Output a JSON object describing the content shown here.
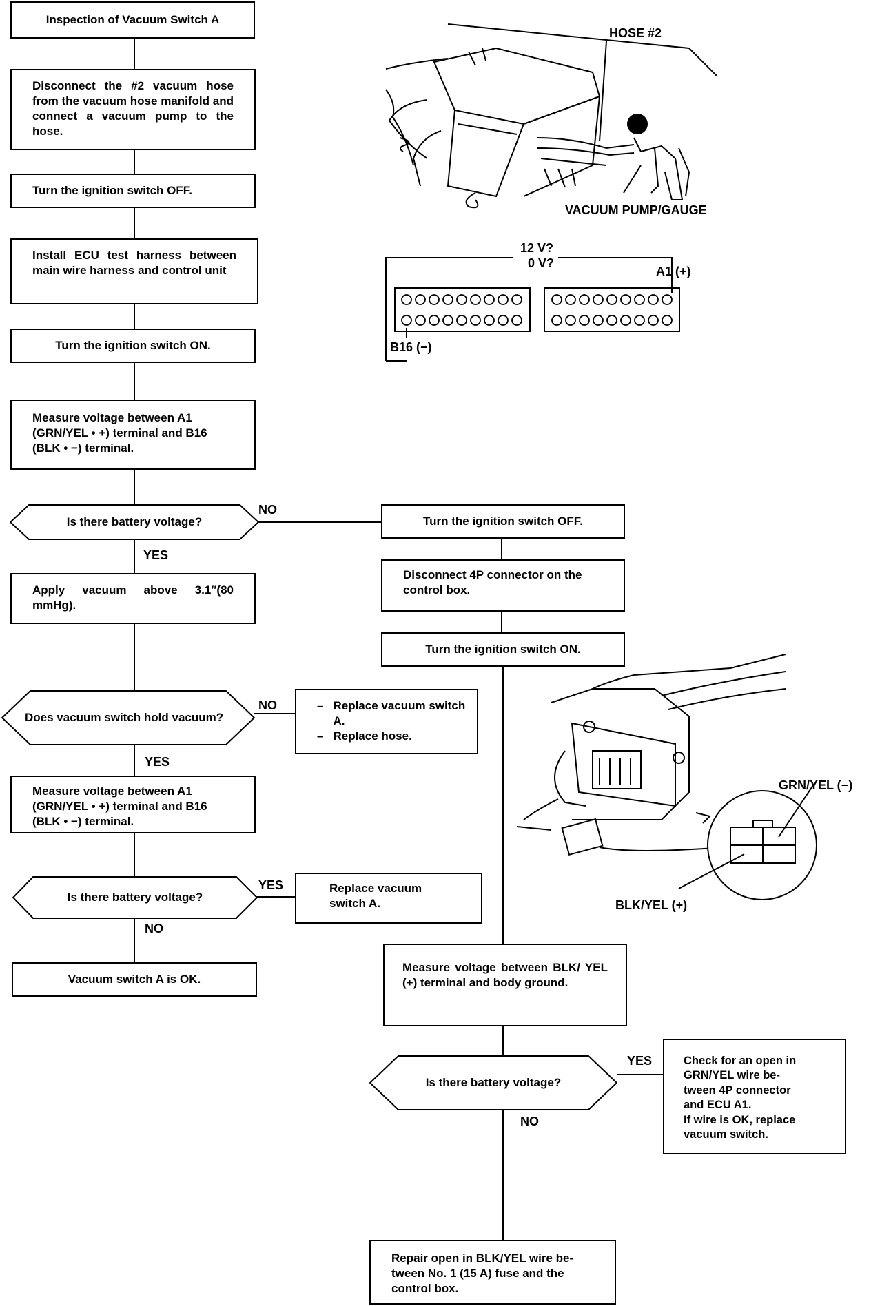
{
  "flow_left": {
    "title": "Inspection of Vacuum Switch A",
    "step_disconnect_hose": "Disconnect the #2 vacuum hose from the vacuum hose manifold and connect a vacuum pump to the hose.",
    "step_ignition_off": "Turn the ignition switch OFF.",
    "step_install_harness": "Install ECU test harness between main wire harness and control unit",
    "step_ignition_on": "Turn the ignition switch ON.",
    "step_measure_1": "Measure voltage between A1\n(GRN/YEL • +) terminal and B16\n(BLK • −) terminal.",
    "decision_battery_1": "Is there battery voltage?",
    "step_apply_vacuum": "Apply vacuum above 3.1″(80 mmHg).",
    "decision_hold_vacuum": "Does vacuum switch hold vacuum?",
    "step_measure_2": "Measure voltage between A1\n(GRN/YEL • +) terminal and B16\n(BLK • −) terminal.",
    "decision_battery_2": "Is there battery voltage?",
    "result_ok": "Vacuum switch A is OK."
  },
  "flow_right": {
    "replace_items": [
      "Replace vacuum switch A.",
      "Replace hose."
    ],
    "replace_switch": "Replace vacuum\nswitch A.",
    "step_ignition_off": "Turn the ignition switch OFF.",
    "step_disconnect_4p": "Disconnect 4P connector on the control box.",
    "step_ignition_on": "Turn the ignition switch ON.",
    "step_measure_blk": "Measure voltage between BLK/ YEL (+) terminal and body ground.",
    "decision_battery_3": "Is there battery voltage?",
    "check_open": "Check for an open in\nGRN/YEL  wire be-\ntween 4P connector\nand ECU A1.\nIf wire is OK, replace\nvacuum switch.",
    "repair_open": "Repair open in BLK/YEL wire be-\ntween No. 1 (15 A) fuse and the\ncontrol box."
  },
  "answers": {
    "yes": "YES",
    "no": "NO"
  },
  "illustration_labels": {
    "hose": "HOSE #2",
    "pump": "VACUUM PUMP/GAUGE",
    "v12": "12 V?",
    "v0": "0 V?",
    "a1": "A1 (+)",
    "b16": "B16 (−)",
    "grn_yel": "GRN/YEL (−)",
    "blk_yel": "BLK/YEL (+)"
  },
  "colors": {
    "ink": "#000000",
    "paper": "#ffffff"
  }
}
